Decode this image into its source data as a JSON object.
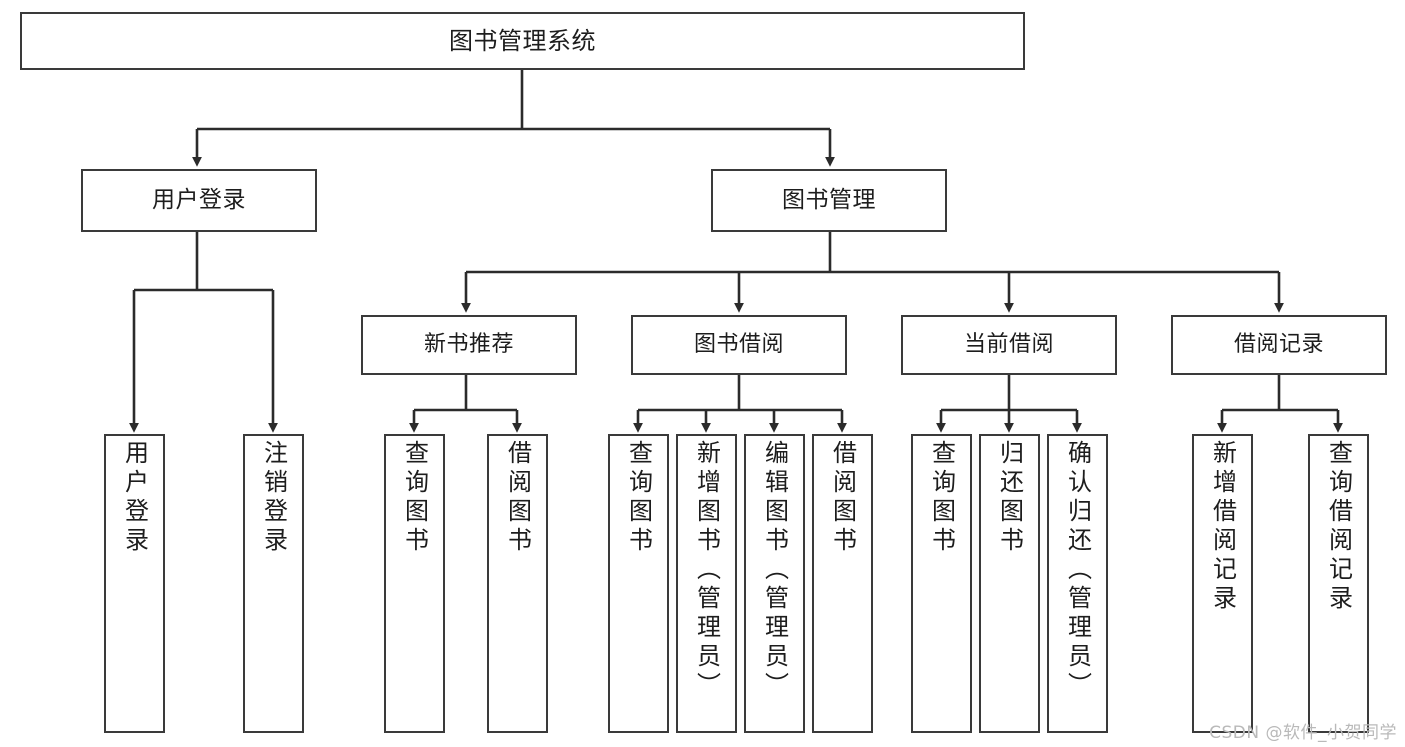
{
  "diagram": {
    "title": "图书管理系统",
    "type": "tree-hierarchy-chart",
    "orientation": "top-down",
    "colors": {
      "box_border": "#3a3a3a",
      "box_fill": "#ffffff",
      "connector": "#2b2b2b",
      "text": "#1d1d1d",
      "watermark": "#b9b9b9",
      "background": "#ffffff"
    },
    "watermark": "CSDN @软件_小贺同学"
  },
  "nodes": {
    "root": {
      "label": "图书管理系统"
    },
    "level2": [
      {
        "id": "user-login",
        "label": "用户登录"
      },
      {
        "id": "book-manage",
        "label": "图书管理"
      }
    ],
    "level3": [
      {
        "id": "new-book-rec",
        "label": "新书推荐"
      },
      {
        "id": "book-borrow",
        "label": "图书借阅"
      },
      {
        "id": "current-borrow",
        "label": "当前借阅"
      },
      {
        "id": "borrow-record",
        "label": "借阅记录"
      }
    ],
    "leaves": {
      "user_login": [
        {
          "id": "leaf-user-login",
          "label": "用户登录"
        },
        {
          "id": "leaf-logout",
          "label": "注销登录"
        }
      ],
      "new_book_rec": [
        {
          "id": "leaf-query-book-1",
          "label": "查询图书"
        },
        {
          "id": "leaf-borrow-book-1",
          "label": "借阅图书"
        }
      ],
      "book_borrow": [
        {
          "id": "leaf-query-book-2",
          "label": "查询图书"
        },
        {
          "id": "leaf-add-book",
          "label": "新增图书（管理员）"
        },
        {
          "id": "leaf-edit-book",
          "label": "编辑图书（管理员）"
        },
        {
          "id": "leaf-borrow-book-2",
          "label": "借阅图书"
        }
      ],
      "current_borrow": [
        {
          "id": "leaf-query-book-3",
          "label": "查询图书"
        },
        {
          "id": "leaf-return-book",
          "label": "归还图书"
        },
        {
          "id": "leaf-confirm-return",
          "label": "确认归还（管理员）"
        }
      ],
      "borrow_record": [
        {
          "id": "leaf-add-record",
          "label": "新增借阅记录"
        },
        {
          "id": "leaf-query-record",
          "label": "查询借阅记录"
        }
      ]
    }
  }
}
